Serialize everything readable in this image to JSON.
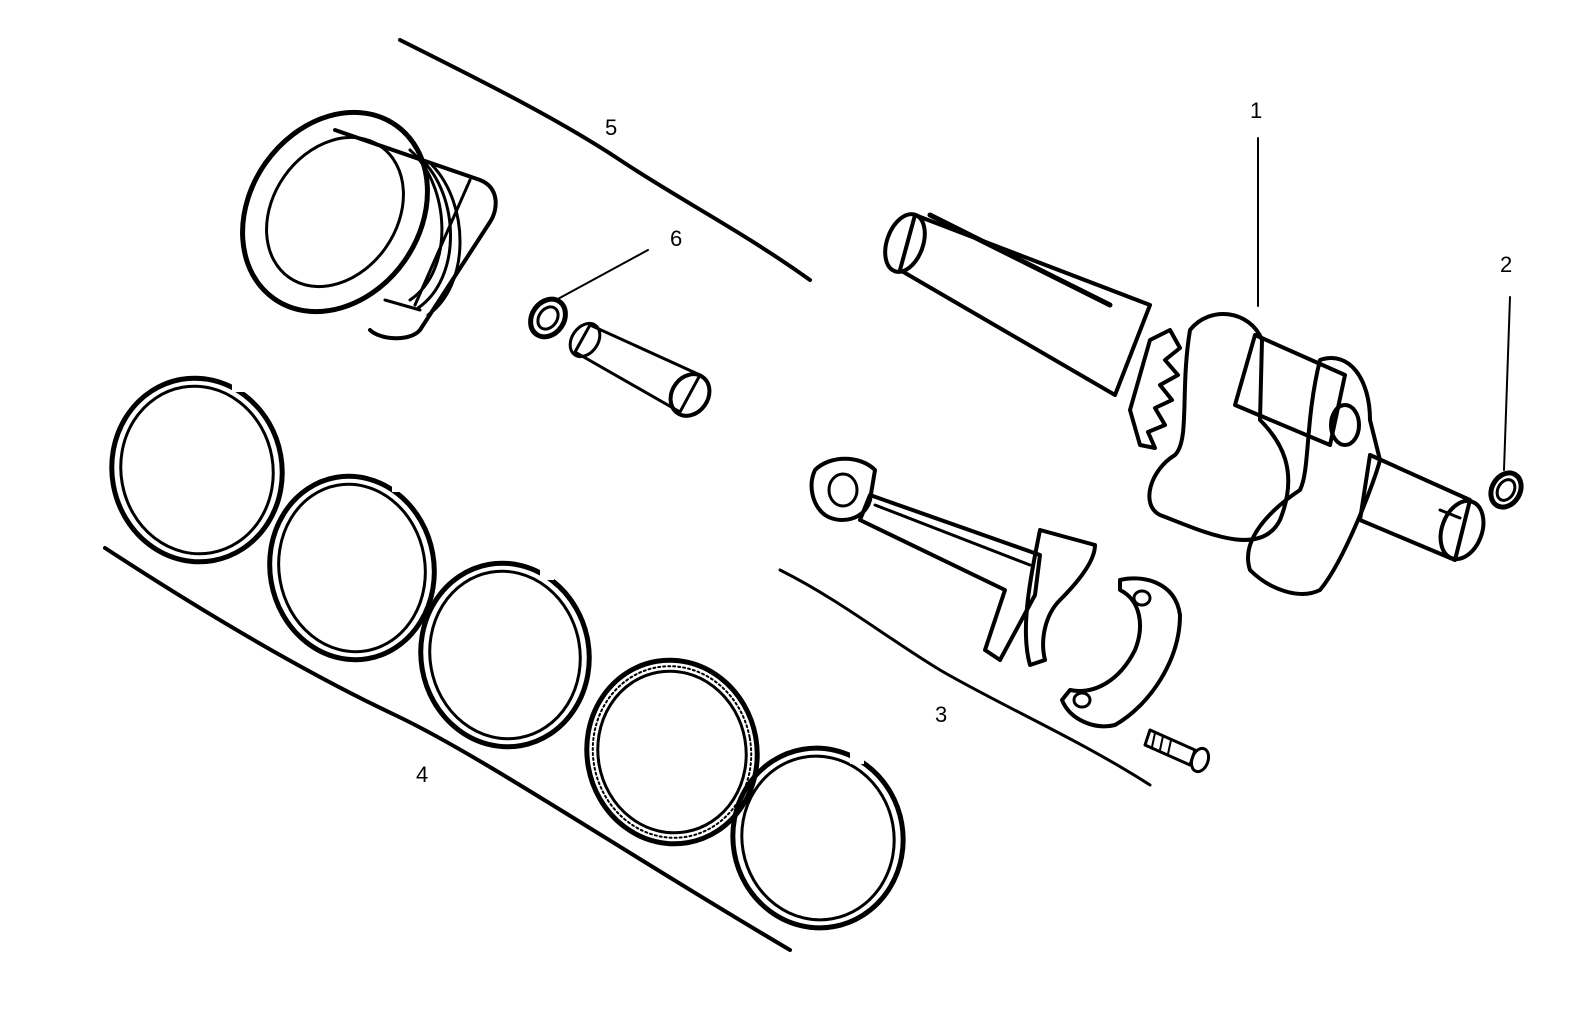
{
  "diagram": {
    "callouts": [
      {
        "id": "1",
        "label": "1"
      },
      {
        "id": "2",
        "label": "2"
      },
      {
        "id": "3",
        "label": "3"
      },
      {
        "id": "4",
        "label": "4"
      },
      {
        "id": "5",
        "label": "5"
      },
      {
        "id": "6",
        "label": "6"
      }
    ],
    "parts": [
      {
        "callout": "1",
        "icon": "crankshaft-icon"
      },
      {
        "callout": "2",
        "icon": "bushing-ring-icon"
      },
      {
        "callout": "3",
        "icon": "connecting-rod-icon"
      },
      {
        "callout": "4",
        "icon": "piston-rings-icon"
      },
      {
        "callout": "5",
        "icon": "piston-icon"
      },
      {
        "callout": "6",
        "icon": "circlip-icon"
      }
    ],
    "colors": {
      "ink": "#000000",
      "background": "#ffffff"
    }
  }
}
